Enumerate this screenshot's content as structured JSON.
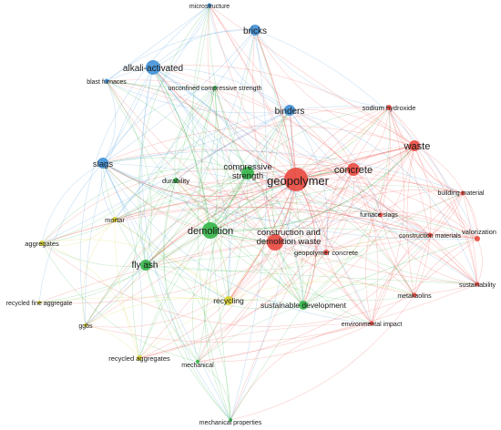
{
  "colors": {
    "red": "#e8453c",
    "green": "#2fb344",
    "blue": "#3b8ed6",
    "yellow": "#d8cf2a"
  },
  "nodes": [
    {
      "id": "geopolymer",
      "label": "geopolymer",
      "cluster": "red",
      "weight": 5
    },
    {
      "id": "concrete",
      "label": "concrete",
      "cluster": "red",
      "weight": 3
    },
    {
      "id": "waste",
      "label": "waste",
      "cluster": "red",
      "weight": 3
    },
    {
      "id": "cdw",
      "label": "construction and demolition waste",
      "cluster": "red",
      "weight": 3
    },
    {
      "id": "sodium-hydroxide",
      "label": "sodium hydroxide",
      "cluster": "red",
      "weight": 1
    },
    {
      "id": "building-material",
      "label": "building material",
      "cluster": "red",
      "weight": 1
    },
    {
      "id": "furnace-slags",
      "label": "furnace slags",
      "cluster": "red",
      "weight": 1
    },
    {
      "id": "construction-materials",
      "label": "construction materials",
      "cluster": "red",
      "weight": 1
    },
    {
      "id": "valorization",
      "label": "valorization",
      "cluster": "red",
      "weight": 1
    },
    {
      "id": "geopolymer-concrete",
      "label": "geopolymer concrete",
      "cluster": "red",
      "weight": 1
    },
    {
      "id": "sustainability",
      "label": "sustainability",
      "cluster": "red",
      "weight": 1
    },
    {
      "id": "metakaolins",
      "label": "metakaolins",
      "cluster": "red",
      "weight": 1
    },
    {
      "id": "environmental-impact",
      "label": "environmental impact",
      "cluster": "red",
      "weight": 1
    },
    {
      "id": "demolition",
      "label": "demolition",
      "cluster": "green",
      "weight": 4
    },
    {
      "id": "compressive-strength",
      "label": "compressive\nstrength",
      "cluster": "green",
      "weight": 2
    },
    {
      "id": "fly-ash",
      "label": "fly ash",
      "cluster": "green",
      "weight": 2
    },
    {
      "id": "durability",
      "label": "durability",
      "cluster": "green",
      "weight": 1
    },
    {
      "id": "sustainable-development",
      "label": "sustainable development",
      "cluster": "green",
      "weight": 2
    },
    {
      "id": "mechanical",
      "label": "mechanical",
      "cluster": "green",
      "weight": 1
    },
    {
      "id": "mechanical-properties",
      "label": "mechanical properties",
      "cluster": "green",
      "weight": 1
    },
    {
      "id": "ucs",
      "label": "unconfined compressive strength",
      "cluster": "green",
      "weight": 1
    },
    {
      "id": "bricks",
      "label": "bricks",
      "cluster": "blue",
      "weight": 2
    },
    {
      "id": "alkali-activated",
      "label": "alkali-activated",
      "cluster": "blue",
      "weight": 3
    },
    {
      "id": "binders",
      "label": "binders",
      "cluster": "blue",
      "weight": 2
    },
    {
      "id": "slags",
      "label": "slags",
      "cluster": "blue",
      "weight": 2
    },
    {
      "id": "microstructure",
      "label": "microstructure",
      "cluster": "blue",
      "weight": 1
    },
    {
      "id": "blast-furnaces",
      "label": "blast furnaces",
      "cluster": "blue",
      "weight": 1
    },
    {
      "id": "mortar",
      "label": "mortar",
      "cluster": "yellow",
      "weight": 1
    },
    {
      "id": "aggregates",
      "label": "aggregates",
      "cluster": "yellow",
      "weight": 1
    },
    {
      "id": "recycling",
      "label": "recycling",
      "cluster": "yellow",
      "weight": 2
    },
    {
      "id": "recycled-fine-aggregate",
      "label": "recycled fine aggregate",
      "cluster": "yellow",
      "weight": 1
    },
    {
      "id": "ggbs",
      "label": "ggbs",
      "cluster": "yellow",
      "weight": 1
    },
    {
      "id": "recycled-aggregates",
      "label": "recycled aggregates",
      "cluster": "yellow",
      "weight": 1
    }
  ]
}
